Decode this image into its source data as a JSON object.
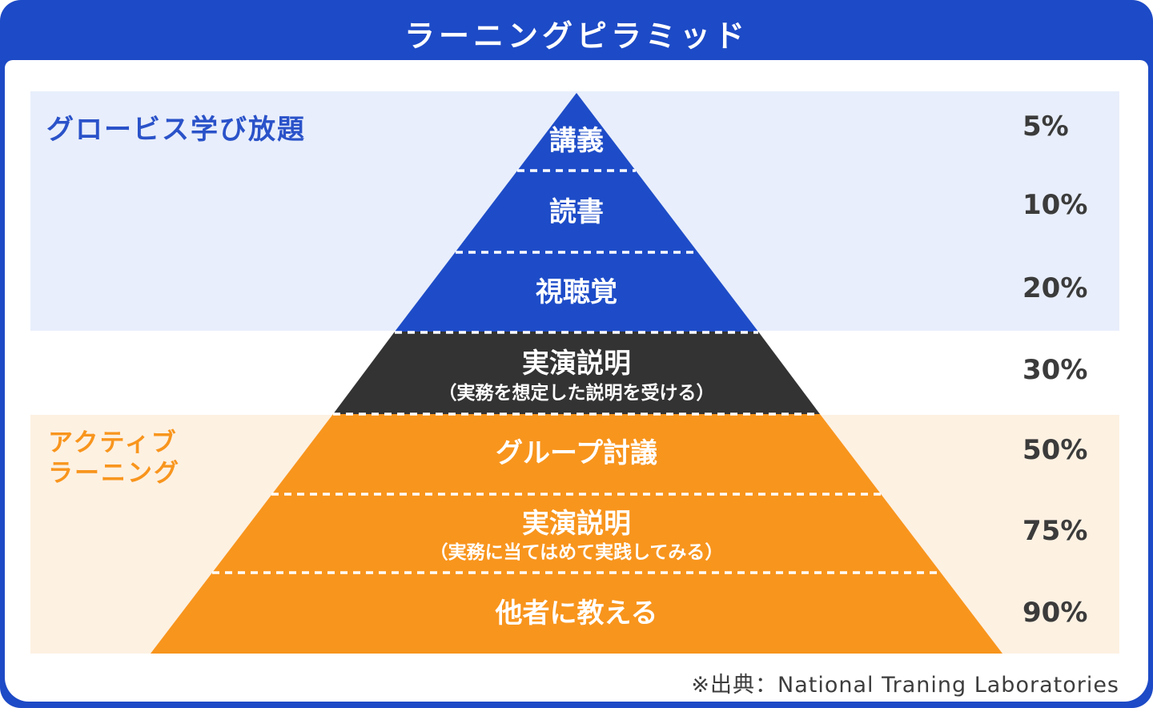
{
  "header": {
    "title": "ラーニングピラミッド"
  },
  "left_labels": {
    "passive_group": "グロービス学び放題",
    "active_group_line1": "アクティブ",
    "active_group_line2": "ラーニング"
  },
  "levels": [
    {
      "name": "講義",
      "percent": "5%"
    },
    {
      "name": "読書",
      "percent": "10%"
    },
    {
      "name": "視聴覚",
      "percent": "20%"
    },
    {
      "name": "実演説明",
      "subtitle": "（実務を想定した説明を受ける）",
      "percent": "30%"
    },
    {
      "name": "グループ討議",
      "percent": "50%"
    },
    {
      "name": "実演説明",
      "subtitle": "（実務に当てはめて実践してみる）",
      "percent": "75%"
    },
    {
      "name": "他者に教える",
      "percent": "90%"
    }
  ],
  "footer": {
    "source": "※出典：National Traning Laboratories"
  },
  "colors": {
    "frame_blue": "#1D4AC6",
    "pyramid_blue": "#1E4CC8",
    "dark_section": "#333333",
    "pyramid_orange": "#F8951D",
    "band_light_blue": "#E8EEFB",
    "band_cream": "#FDF1E2",
    "percent_text": "#3B3B3B",
    "passive_label_blue": "#2A52C9",
    "active_label_orange": "#F8951D",
    "level_text": "#FFFFFF",
    "title_text": "#FFFFFF"
  }
}
